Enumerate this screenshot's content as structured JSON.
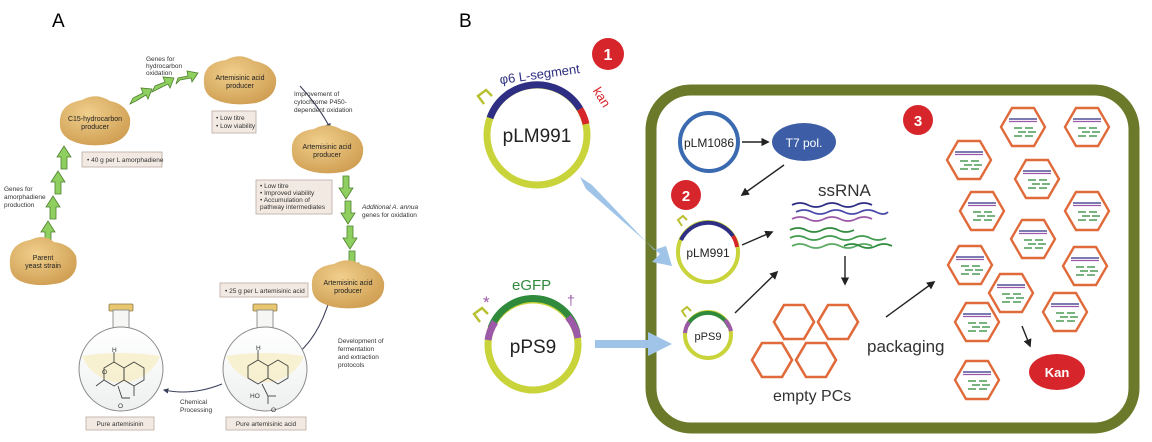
{
  "panel_a": {
    "letter": "A",
    "cells": {
      "parent": [
        "Parent",
        "yeast strain"
      ],
      "c15": [
        "C15-hydrocarbon",
        "producer"
      ],
      "aa1": [
        "Artemisinic acid",
        "producer"
      ],
      "aa2": [
        "Artemisinic acid",
        "producer"
      ],
      "aa3": [
        "Artemisinic acid",
        "producer"
      ]
    },
    "steps": {
      "amorphadiene": [
        "Genes for",
        "amorphadiene",
        "production"
      ],
      "hydrocarbon": [
        "Genes for",
        "hydrocarbon",
        "oxidation"
      ],
      "p450": [
        "Improvement of",
        "cytochrome P450-",
        "dependent oxidation"
      ],
      "annua": [
        "Additional A. annua",
        "genes for oxidation"
      ],
      "fermentation": [
        "Development of",
        "fermentation",
        "and extraction",
        "protocols"
      ],
      "chemical": [
        "Chemical",
        "Processing"
      ]
    },
    "boxes": {
      "b1": [
        "• 40 g per L amorphadiene"
      ],
      "b2": [
        "• Low titre",
        "• Low viability"
      ],
      "b3": [
        "• Low titre",
        "• Improved viability",
        "• Accumulation of",
        "  pathway intermediates"
      ],
      "b4": [
        "• 25 g per L artemisinic acid"
      ]
    },
    "products": {
      "left": "Pure artemisinin",
      "right": "Pure artemisinic acid"
    },
    "molecule": {
      "h": "H",
      "o": "O",
      "ho": "HO"
    }
  },
  "panel_b": {
    "letter": "B",
    "markers": {
      "m1": "1",
      "m2": "2",
      "m3": "3"
    },
    "plasmids": {
      "plm991": "pLM991",
      "pps9": "pPS9",
      "plm1086": "pLM1086",
      "plm991_small": "pLM991",
      "pps9_small": "pPS9"
    },
    "segments": {
      "l_segment": "φ6 L-segment",
      "kan": "kan",
      "egfp": "eGFP",
      "star": "*",
      "dagger": "†"
    },
    "labels": {
      "t7pol": "T7 pol.",
      "ssrna": "ssRNA",
      "empty_pcs": "empty PCs",
      "packaging": "packaging",
      "kan_cell": "Kan"
    },
    "colors": {
      "cell_wall": "#6b7a2a",
      "plasmid_yellow": "#c9d33a",
      "navy": "#2e2e84",
      "red": "#d7262b",
      "purple": "#9b59a8",
      "green": "#2f8a3c",
      "hex_orange": "#e06a3a",
      "arrow_blue": "#9fc4e8",
      "cell_tan": "#dfb36a",
      "arrow_green": "#7fc35a"
    }
  }
}
